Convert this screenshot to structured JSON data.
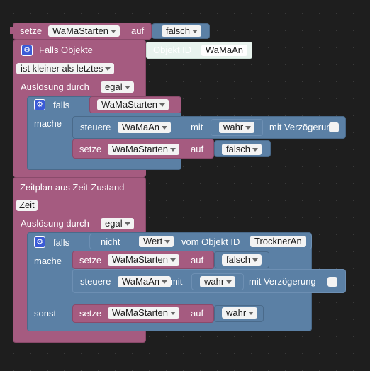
{
  "block1": {
    "setze_label": "setze",
    "var1": "WaMaStarten",
    "auf_label": "auf",
    "value1": "falsch",
    "trigger_label": "Falls Objekte",
    "object_id_label": "Objekt ID",
    "object_id_value": "WaMaAn",
    "condition": "ist kleiner als letztes",
    "ausloesung_label": "Auslösung durch",
    "ausloesung_value": "egal",
    "if_label": "falls",
    "if_var": "WaMaStarten",
    "mache_label": "mache",
    "steuere_label": "steuere",
    "steuere_target": "WaMaAn",
    "mit_label": "mit",
    "steuere_value": "wahr",
    "delay_label": "mit Verzögerung",
    "set2_label": "setze",
    "set2_var": "WaMaStarten",
    "set2_auf": "auf",
    "set2_value": "falsch"
  },
  "block2": {
    "title": "Zeitplan aus Zeit-Zustand",
    "zeit": "Zeit",
    "ausloesung_label": "Auslösung durch",
    "ausloesung_value": "egal",
    "if_label": "falls",
    "nicht_label": "nicht",
    "wert_value": "Wert",
    "vom_objekt_label": "vom Objekt ID",
    "objekt_value": "TrocknerAn",
    "mache_label": "mache",
    "set1_label": "setze",
    "set1_var": "WaMaStarten",
    "set1_auf": "auf",
    "set1_value": "falsch",
    "steuere_label": "steuere",
    "steuere_target": "WaMaAn",
    "mit_label": "mit",
    "steuere_value": "wahr",
    "delay_label": "mit Verzögerung",
    "sonst_label": "sonst",
    "set2_label": "setze",
    "set2_var": "WaMaStarten",
    "set2_auf": "auf",
    "set2_value": "wahr"
  },
  "colors": {
    "variable_block": "#a55b80",
    "action_block": "#5b80a5",
    "text_block": "#e8f3ee",
    "background": "#1e1e1e"
  }
}
